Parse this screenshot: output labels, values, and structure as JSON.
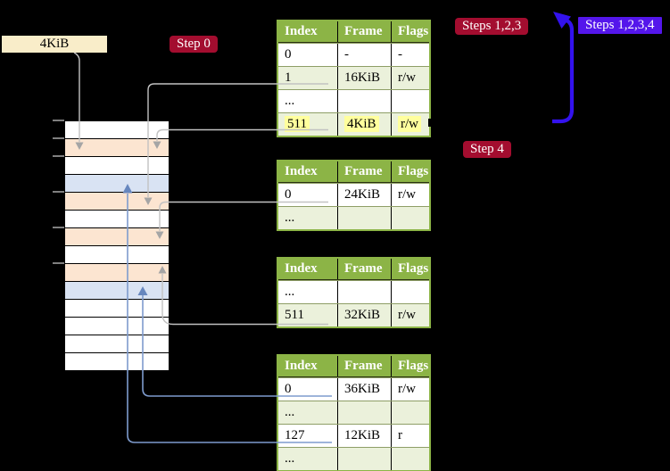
{
  "label_4kib": "4KiB",
  "badges": {
    "step0": "Step 0",
    "steps123": "Steps 1,2,3",
    "steps1234": "Steps 1,2,3,4",
    "step4": "Step 4"
  },
  "colors": {
    "background": "#000000",
    "table_header_green": "#8cb446",
    "table_row_green": "#ebf1db",
    "memory_peach": "#fce5d1",
    "memory_blue": "#d9e3f3",
    "badge_red": "#a30d2f",
    "badge_blue": "#5416eb",
    "big_arrow_blue": "#3312ee",
    "connector_gray": "#c2c2c2",
    "connector_blue": "#7e9bcd",
    "highlight_yellow": "#ffff9d",
    "label_cream": "#f9edc9"
  },
  "memory": {
    "rows": [
      "white",
      "peach",
      "white",
      "blue",
      "peach",
      "white",
      "peach",
      "white",
      "peach",
      "blue",
      "white",
      "white",
      "white",
      "white"
    ]
  },
  "tables": [
    {
      "name": "page-table-top",
      "headers": [
        "Index",
        "Frame",
        "Flags"
      ],
      "rows": [
        {
          "cells": [
            "0",
            "-",
            "-"
          ],
          "tint": false,
          "highlight": false
        },
        {
          "cells": [
            "1",
            "16KiB",
            "r/w"
          ],
          "tint": true,
          "highlight": false
        },
        {
          "cells": [
            "...",
            "",
            ""
          ],
          "tint": false,
          "highlight": false
        },
        {
          "cells": [
            "511",
            "4KiB",
            "r/w"
          ],
          "tint": true,
          "highlight": true
        }
      ]
    },
    {
      "name": "page-table-second",
      "headers": [
        "Index",
        "Frame",
        "Flags"
      ],
      "rows": [
        {
          "cells": [
            "0",
            "24KiB",
            "r/w"
          ],
          "tint": false,
          "highlight": false
        },
        {
          "cells": [
            "...",
            "",
            ""
          ],
          "tint": true,
          "highlight": false
        }
      ]
    },
    {
      "name": "page-table-third",
      "headers": [
        "Index",
        "Frame",
        "Flags"
      ],
      "rows": [
        {
          "cells": [
            "...",
            "",
            ""
          ],
          "tint": false,
          "highlight": false
        },
        {
          "cells": [
            "511",
            "32KiB",
            "r/w"
          ],
          "tint": true,
          "highlight": false
        }
      ]
    },
    {
      "name": "page-table-bottom",
      "headers": [
        "Index",
        "Frame",
        "Flags"
      ],
      "rows": [
        {
          "cells": [
            "0",
            "36KiB",
            "r/w"
          ],
          "tint": false,
          "highlight": false
        },
        {
          "cells": [
            "...",
            "",
            ""
          ],
          "tint": true,
          "highlight": false
        },
        {
          "cells": [
            "127",
            "12KiB",
            "r"
          ],
          "tint": false,
          "highlight": false
        },
        {
          "cells": [
            "...",
            "",
            ""
          ],
          "tint": true,
          "highlight": false
        }
      ]
    }
  ]
}
